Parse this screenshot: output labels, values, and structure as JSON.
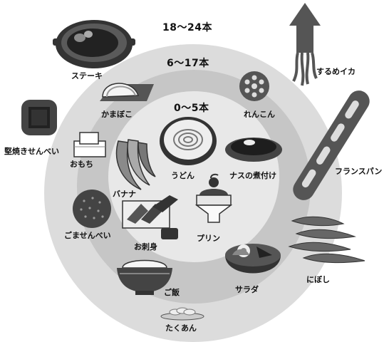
{
  "tiers": {
    "outer": "18〜24本",
    "middle": "6〜17本",
    "inner": "0〜5本"
  },
  "foods": {
    "steak": "ステーキ",
    "squid": "するめイカ",
    "kamaboko": "かまぼこ",
    "renkon": "れんこん",
    "senbei_hard": "堅焼きせんべい",
    "french_bread": "フランスパン",
    "mochi": "おもち",
    "udon": "うどん",
    "nasu": "ナスの煮付け",
    "banana": "バナナ",
    "goma_senbei": "ごませんべい",
    "sashimi": "お刺身",
    "purin": "プリン",
    "niboshi": "にぼし",
    "salad": "サラダ",
    "gohan": "ご飯",
    "takuan": "たくあん"
  }
}
